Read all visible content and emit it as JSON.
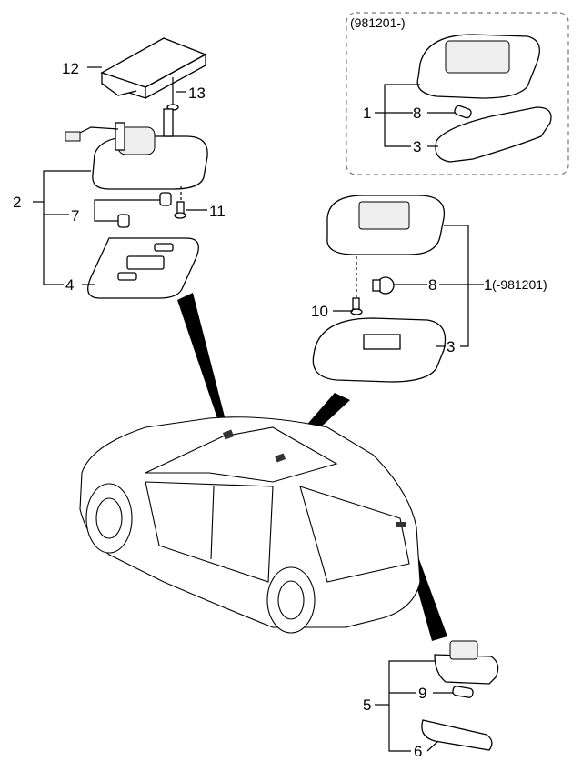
{
  "diagram": {
    "labels": {
      "bracket_12": "12",
      "screw_13": "13",
      "lamp_assy_2": "2",
      "bulb_7": "7",
      "screw_11": "11",
      "lens_4": "4",
      "variant_new": "(981201-)",
      "lamp_assy_1_new": "1",
      "bulb_8_new": "8",
      "lens_3_new": "3",
      "bulb_8_old": "8",
      "lamp_assy_1_old": "1",
      "lamp_assy_1_old_suffix": "(-981201)",
      "screw_10": "10",
      "lens_3_old": "3",
      "lamp_assy_5": "5",
      "bulb_9": "9",
      "lens_6": "6"
    }
  }
}
